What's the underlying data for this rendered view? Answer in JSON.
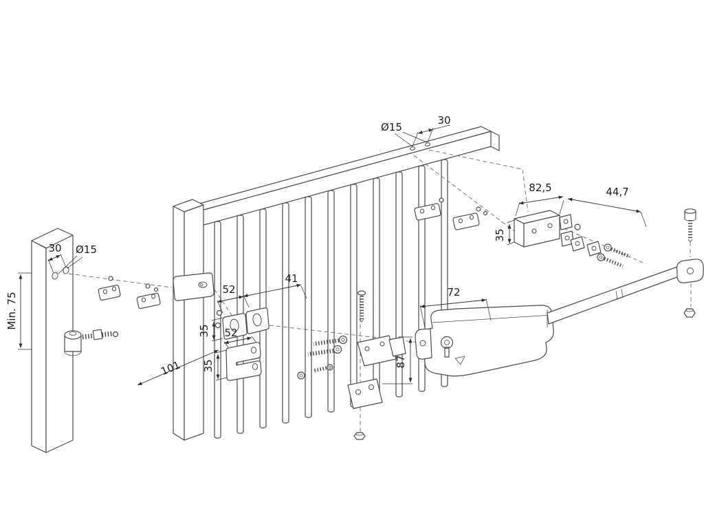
{
  "diagram": {
    "type": "technical-installation-drawing",
    "subject": "gate-opener-mounting-dimensions",
    "labels": {
      "post_hole_offset": "30",
      "post_hole_diameter": "Ø15",
      "post_min_height": "Min. 75",
      "clamp_top_width": "52",
      "clamp_top_depth": "41",
      "clamp_top_height": "35",
      "clamp_bottom_width": "52",
      "clamp_bottom_height": "35",
      "gate_depth": "101",
      "rail_hole_diameter": "Ø15",
      "rail_hole_offset": "30",
      "rear_bracket_width": "82,5",
      "rear_bracket_extension": "44,7",
      "rear_bracket_height": "35",
      "actuator_front_span": "72",
      "actuator_mount_drop": "87"
    },
    "colors": {
      "line": "#4a4a4a",
      "dimension": "#2e2e2e",
      "background": "#ffffff"
    }
  }
}
